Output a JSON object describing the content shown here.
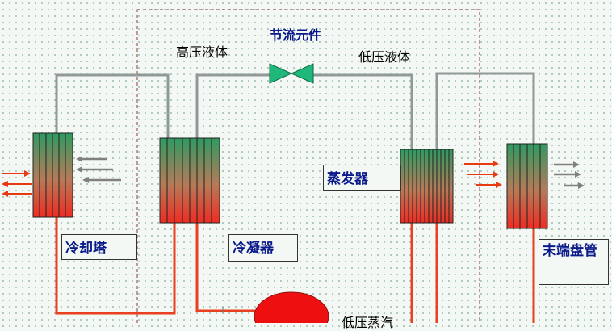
{
  "labels": {
    "throttle": "节流元件",
    "high_pressure_liquid": "高压液体",
    "low_pressure_liquid": "低压液体",
    "cooling_tower": "冷却塔",
    "condenser": "冷凝器",
    "evaporator": "蒸发器",
    "terminal_coil": "末端盘管",
    "low_pressure_vapor": "低压蒸汽"
  },
  "colors": {
    "pipe_gray": "#8f9a98",
    "pipe_red": "#e84020",
    "arrow_gray": "#808080",
    "arrow_red": "#e83a12",
    "valve_green": "#1fb87a",
    "coil_top": "#2f9a62",
    "coil_bottom": "#ee2c22",
    "compressor": "#ee1010",
    "label_blue": "#0a1a8a",
    "dashed_border": "#8a3a3a"
  }
}
